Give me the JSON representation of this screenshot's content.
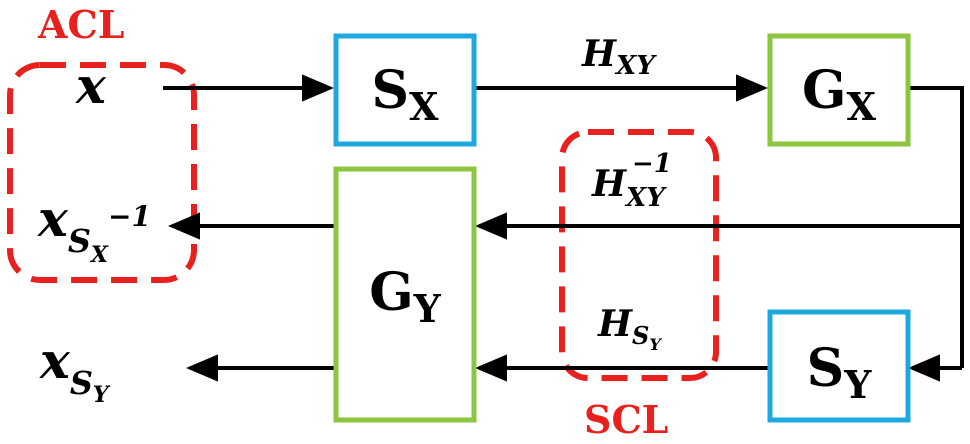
{
  "colors": {
    "blue": "#1fa8e0",
    "green": "#8cc63f",
    "red": "#e8201e",
    "black": "#000000"
  },
  "labels": {
    "acl": "ACL",
    "scl": "SCL"
  },
  "blocks": {
    "sx": {
      "main": "S",
      "sub": "X"
    },
    "gx": {
      "main": "G",
      "sub": "X"
    },
    "gy": {
      "main": "G",
      "sub": "Y"
    },
    "sy": {
      "main": "S",
      "sub": "Y"
    }
  },
  "signals": {
    "x": {
      "main": "x"
    },
    "x_sx_inv": {
      "main": "x",
      "sub": "S",
      "subsub": "X",
      "sup": "−1"
    },
    "x_sy": {
      "main": "x",
      "sub": "S",
      "subsub": "Y"
    },
    "h_xy": {
      "main": "H",
      "sub": "XY"
    },
    "h_xy_inv": {
      "main": "H",
      "sub": "XY",
      "sup": "−1"
    },
    "h_sy": {
      "main": "H",
      "sub": "S",
      "subsub": "Y"
    }
  }
}
